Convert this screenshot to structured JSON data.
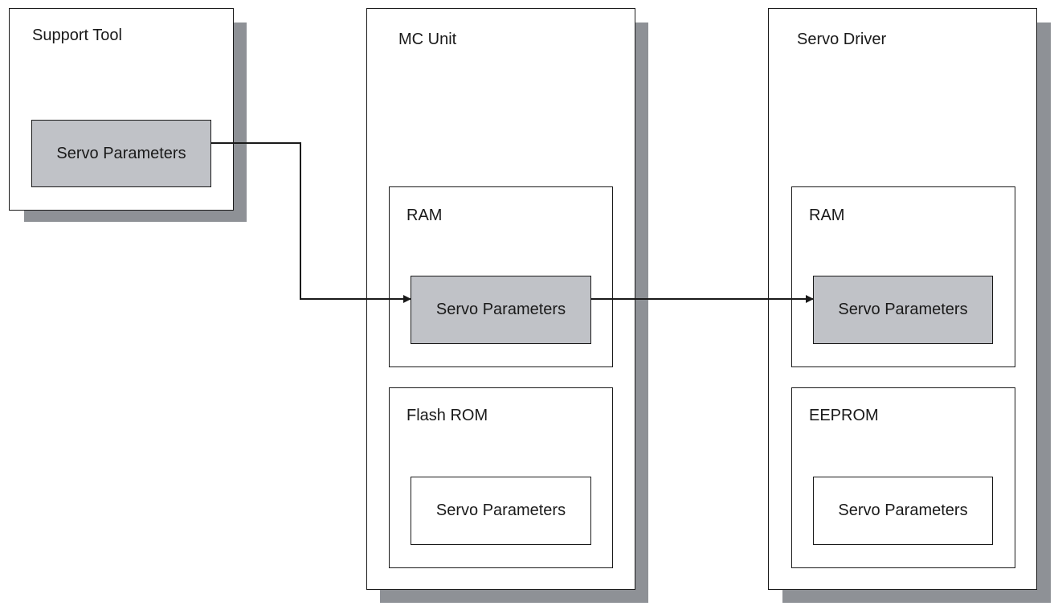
{
  "support_tool": {
    "title": "Support Tool",
    "param_label": "Servo Parameters"
  },
  "mc_unit": {
    "title": "MC Unit",
    "ram": {
      "title": "RAM",
      "param_label": "Servo Parameters"
    },
    "flash_rom": {
      "title": "Flash ROM",
      "param_label": "Servo Parameters"
    }
  },
  "servo_driver": {
    "title": "Servo Driver",
    "ram": {
      "title": "RAM",
      "param_label": "Servo Parameters"
    },
    "eeprom": {
      "title": "EEPROM",
      "param_label": "Servo Parameters"
    }
  },
  "colors": {
    "active_fill": "#c0c2c7",
    "shadow": "#8e9196",
    "line": "#1a1a1a"
  }
}
